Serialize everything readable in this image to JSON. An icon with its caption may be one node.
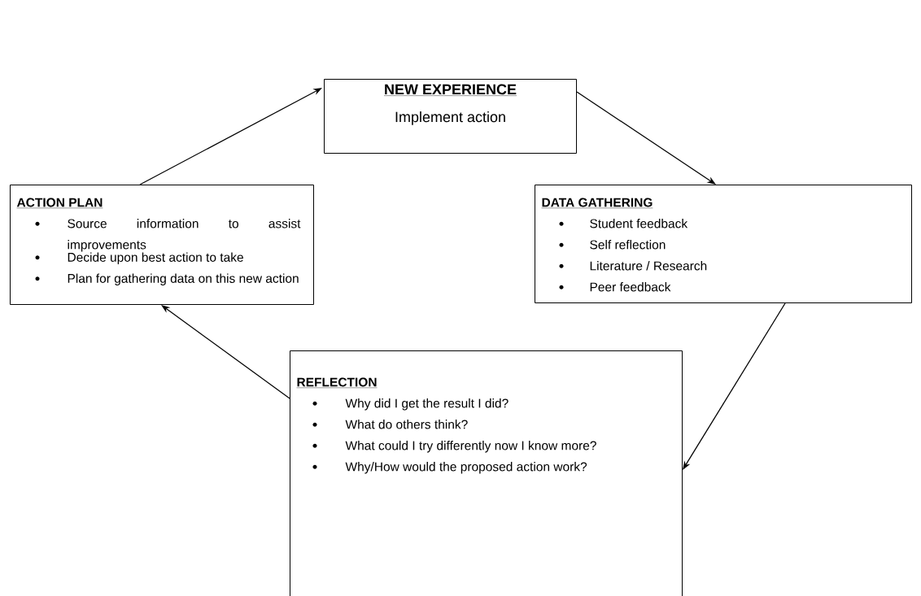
{
  "diagram": {
    "nodes": [
      {
        "text": [
          "NEW EXPERIENCE",
          "Implement action"
        ]
      },
      {
        "text": [
          "ACTION PLAN",
          "Source information to assist improvements",
          "Decide upon best action to take",
          "Plan for gathering data on this new action"
        ]
      },
      {
        "text": [
          "DATA GATHERING",
          "Student feedback",
          "Self reflection",
          "Literature / Research",
          "Peer feedback"
        ]
      },
      {
        "text": [
          "REFLECTION",
          "Why did I get the result I did?",
          "What do others think?",
          "What could I try differently now I know more?",
          "Why/How would the proposed action work?"
        ]
      }
    ],
    "edges": [
      {
        "from": 1,
        "to": 0,
        "arrow": "to"
      },
      {
        "from": 0,
        "to": 2,
        "arrow": "to"
      },
      {
        "from": 2,
        "to": 3,
        "arrow": "to"
      },
      {
        "from": 3,
        "to": 1,
        "arrow": "to"
      }
    ]
  }
}
